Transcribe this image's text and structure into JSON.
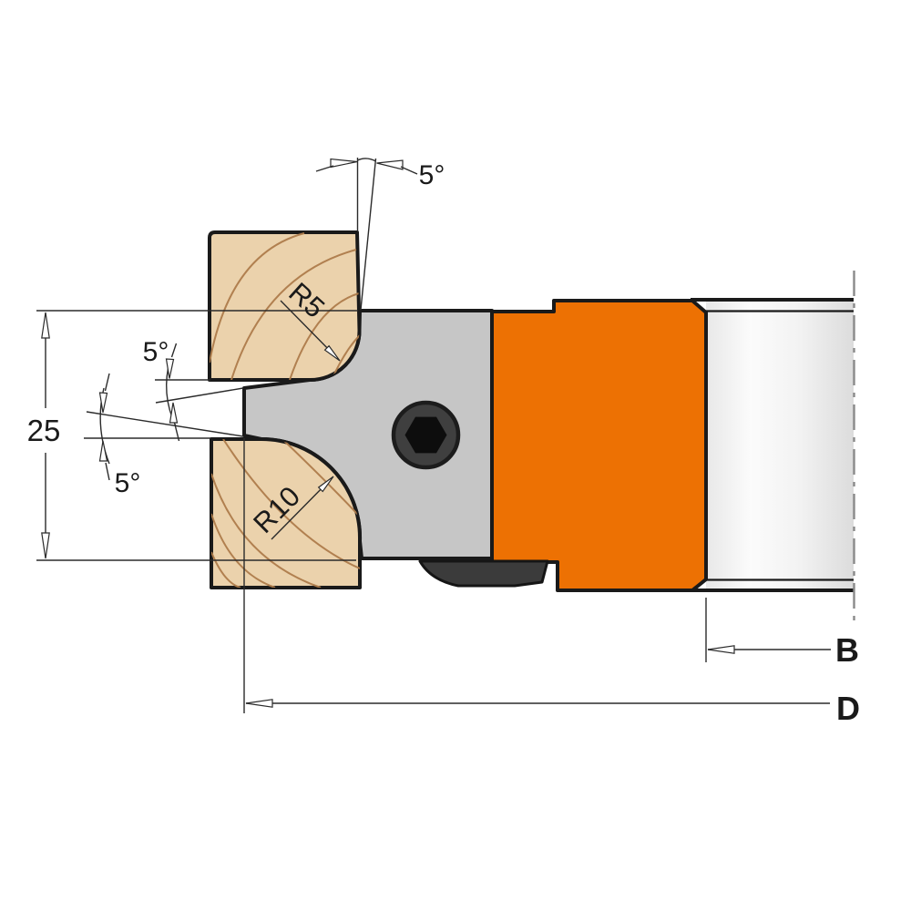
{
  "diagram": {
    "type": "technical-drawing",
    "subject": "corner-rounding cutter head cross-section with interchangeable knife",
    "labels": {
      "width_dim": "25",
      "angle_top": "5°",
      "angle_upper": "5°",
      "angle_lower": "5°",
      "radius_top": "R5",
      "radius_bottom": "R10",
      "bore_dim": "B",
      "diameter_dim": "D"
    },
    "colors": {
      "background": "#ffffff",
      "wood_fill": "#ebd2ac",
      "wood_grain": "#ae7c4b",
      "knife_gray": "#c6c6c6",
      "body_orange": "#ed7103",
      "wedge_dark": "#3b3b3b",
      "screw_ring": "#3f3f3f",
      "screw_hex": "#0d0d0d",
      "outline_black": "#1a1a1a",
      "dim_line": "#2b2b2b",
      "centerline_gray": "#8a8a8a",
      "shaft_edge": "#e8e8e8",
      "shaft_mid": "#fbfbfb",
      "shaft_end": "#dcdcdc"
    }
  }
}
